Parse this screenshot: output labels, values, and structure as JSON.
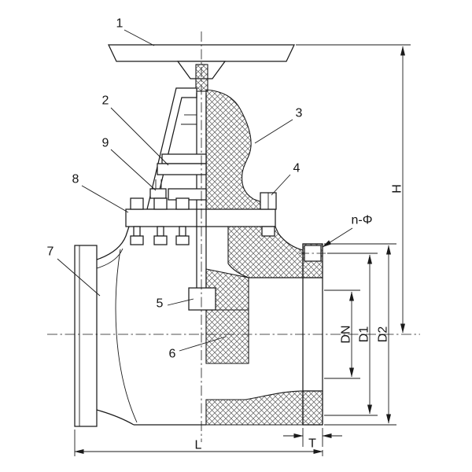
{
  "colors": {
    "background": "#ffffff",
    "line": "#1a1a1a",
    "hatch": "#5a5a5a"
  },
  "part_labels": [
    {
      "num": "1"
    },
    {
      "num": "2"
    },
    {
      "num": "3"
    },
    {
      "num": "4"
    },
    {
      "num": "5"
    },
    {
      "num": "6"
    },
    {
      "num": "7"
    },
    {
      "num": "8"
    },
    {
      "num": "9"
    }
  ],
  "dimensions": {
    "height": "H",
    "length": "L",
    "flange_thickness": "T",
    "nominal_diameter": "DN",
    "diameter_1": "D1",
    "diameter_2": "D2",
    "bolt_hole_note": "n-Φ"
  }
}
